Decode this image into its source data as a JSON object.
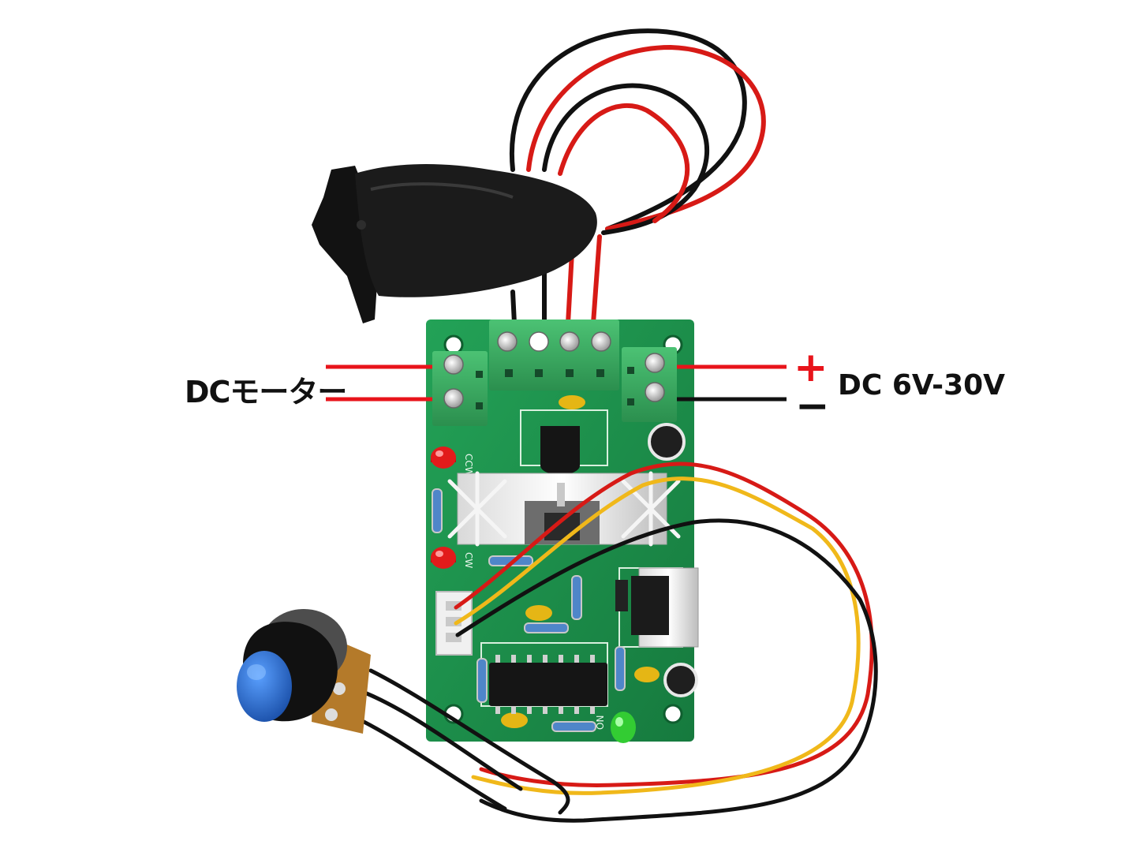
{
  "annotations": {
    "motor_label": "DCモーター",
    "supply_label": "DC 6V-30V",
    "plus_sign": "+",
    "minus_sign": "−"
  },
  "colors": {
    "positive": "#e8141b",
    "negative": "#111111",
    "pcb": "#1f8f4e",
    "terminal": "#3aa860",
    "knob": "#2a6fd6",
    "led_red": "#e21b1b",
    "led_green": "#33cc33"
  },
  "pcb_silkscreen": {
    "ccw": "CCW",
    "cw": "CW",
    "on": "ON"
  }
}
